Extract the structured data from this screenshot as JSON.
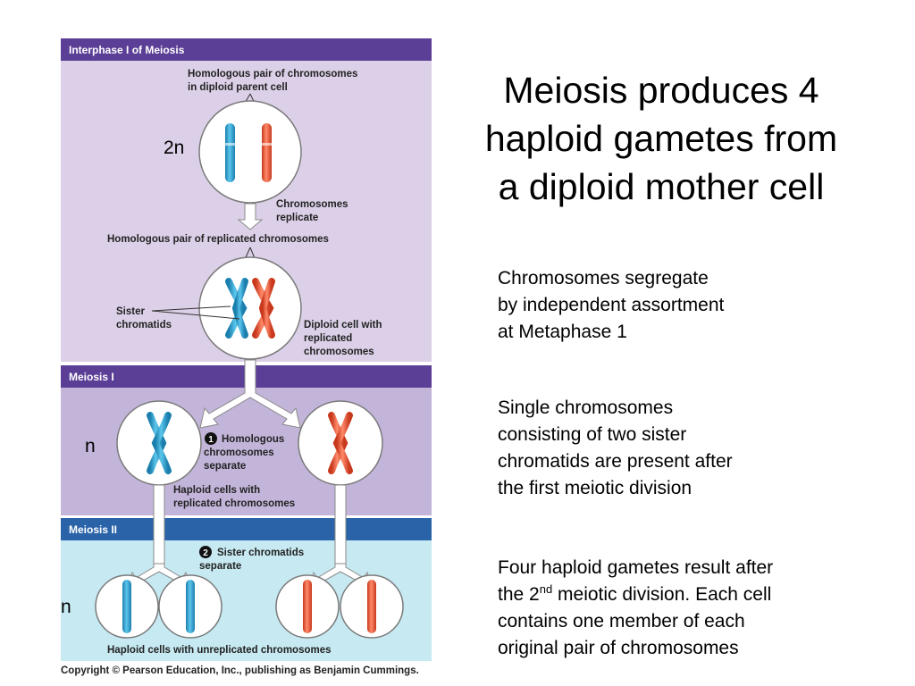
{
  "slide": {
    "title_lines": [
      "Meiosis produces 4",
      "haploid gametes from",
      "a diploid mother cell"
    ],
    "notes": [
      {
        "lines": [
          "Chromosomes segregate",
          "by independent assortment",
          "at Metaphase 1"
        ]
      },
      {
        "lines": [
          "Single chromosomes",
          "consisting of two sister",
          "chromatids are present after",
          "the first meiotic division"
        ]
      },
      {
        "lines": [
          "Four haploid gametes result after"
        ],
        "line2_pre": "the 2",
        "line2_sup": "nd",
        "line2_post": " meiotic division.  Each cell",
        "rest": [
          "contains one member of each",
          "original pair of chromosomes"
        ]
      }
    ],
    "ploidy": {
      "diploid": "2n",
      "haploid_1": "n",
      "haploid_2": "n"
    }
  },
  "figure": {
    "sections": {
      "interphase": "Interphase I of Meiosis",
      "meiosis1": "Meiosis I",
      "meiosis2": "Meiosis II"
    },
    "labels": {
      "homologous_pair_1": "Homologous pair of chromosomes",
      "homologous_pair_2": "in diploid parent cell",
      "replicate_1": "Chromosomes",
      "replicate_2": "replicate",
      "replicated_pair": "Homologous pair of replicated chromosomes",
      "sister_1": "Sister",
      "sister_2": "chromatids",
      "diploid_1": "Diploid cell with",
      "diploid_2": "replicated",
      "diploid_3": "chromosomes",
      "step1_num": "1",
      "homologs_1": "Homologous",
      "homologs_2": "chromosomes",
      "homologs_3": "separate",
      "haploid_rep_1": "Haploid cells with",
      "haploid_rep_2": "replicated chromosomes",
      "step2_num": "2",
      "sister_sep_1": "Sister chromatids",
      "sister_sep_2": "separate",
      "haploid_unrep": "Haploid cells with unreplicated chromosomes"
    },
    "colors": {
      "interphase_bg": "#dcd0e8",
      "meiosis1_bg": "#c3b5da",
      "meiosis2_bg": "#c6e9f2",
      "header_purple": "#5b3f96",
      "header_blue": "#2a63a8",
      "blue_chromosome": "#2aa6d6",
      "red_chromosome": "#ee5c3e",
      "arrow": "#ffffff"
    }
  },
  "copyright": "Copyright © Pearson Education, Inc., publishing as Benjamin Cummings."
}
